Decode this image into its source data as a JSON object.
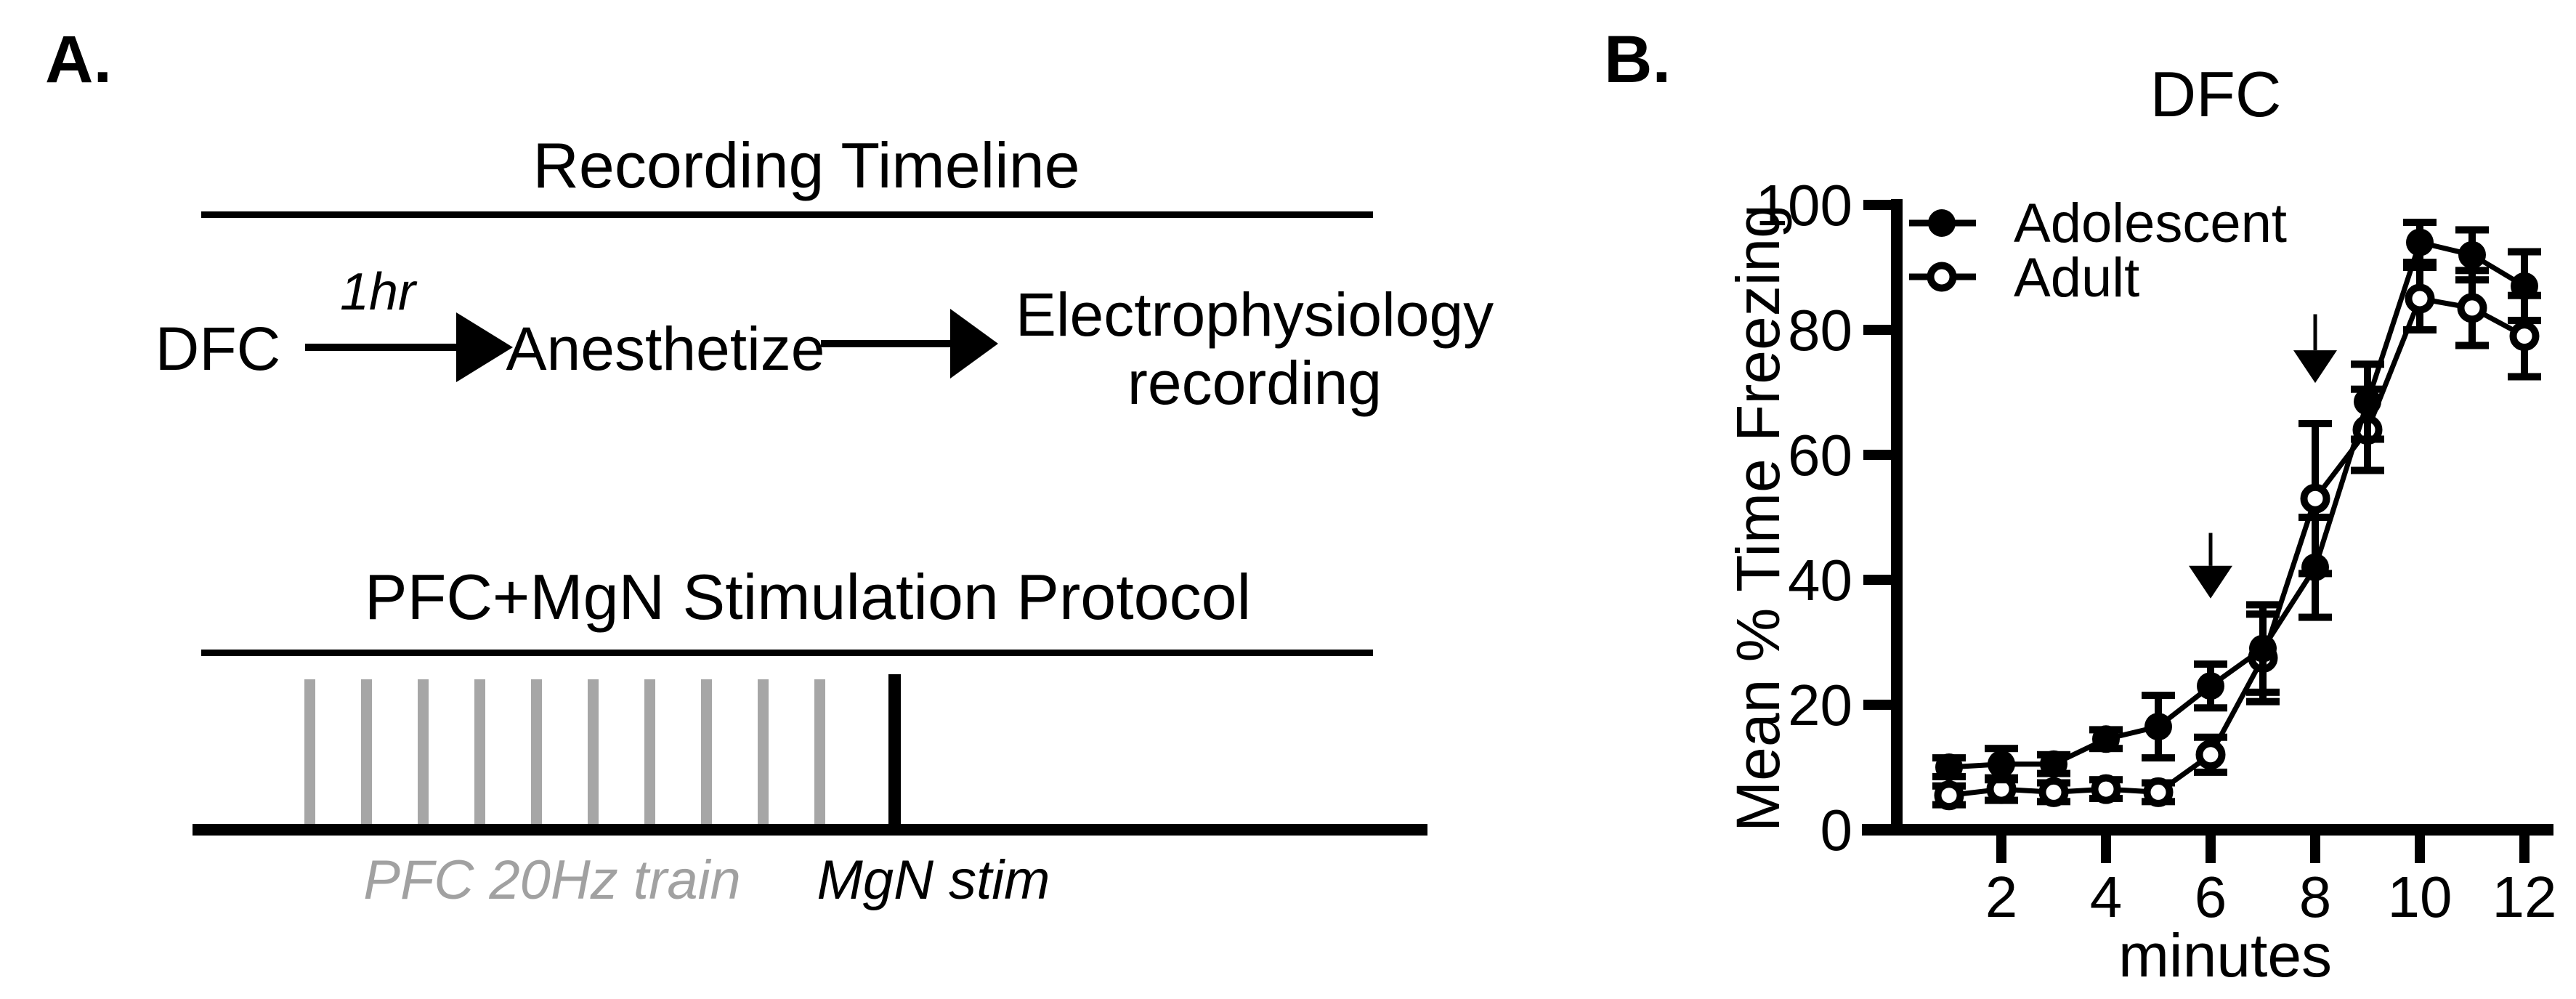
{
  "panelA": {
    "label": "A.",
    "timeline": {
      "title": "Recording Timeline",
      "step1": "DFC",
      "interval_label": "1hr",
      "step2": "Anesthetize",
      "step3_line1": "Electrophysiology",
      "step3_line2": "recording"
    },
    "protocol": {
      "title": "PFC+MgN Stimulation Protocol",
      "pfc_pulse_count": 10,
      "mgn_pulse_count": 1,
      "pfc_color": "#a6a6a6",
      "mgn_color": "#000000",
      "pfc_label": "PFC 20Hz train",
      "mgn_label": "MgN stim"
    }
  },
  "panelB": {
    "label": "B.",
    "chart_data": {
      "type": "line",
      "title": "DFC",
      "xlabel": "minutes",
      "ylabel": "Mean % Time Freezing",
      "grid": false,
      "legend_position": "top-left",
      "xlim": [
        0,
        12.5
      ],
      "ylim": [
        0,
        100
      ],
      "xticks": [
        2,
        4,
        6,
        8,
        10,
        12
      ],
      "yticks": [
        0,
        20,
        40,
        60,
        80,
        100
      ],
      "x": [
        1,
        2,
        3,
        4,
        5,
        6,
        7,
        8,
        9,
        10,
        11,
        12
      ],
      "series": [
        {
          "name": "Adolescent",
          "marker": "filled-circle",
          "color": "#000000",
          "values": [
            10,
            10.5,
            10.5,
            14.5,
            16.5,
            23,
            29,
            42,
            68.5,
            94,
            92,
            87
          ],
          "errors": [
            1.5,
            2.5,
            1.5,
            1.5,
            5,
            3.5,
            7,
            8,
            6,
            3.2,
            4,
            5.5
          ]
        },
        {
          "name": "Adult",
          "marker": "open-circle",
          "color": "#000000",
          "values": [
            5.5,
            6.5,
            6,
            6.5,
            6,
            12,
            27.5,
            53,
            64,
            85,
            83.5,
            79
          ],
          "errors": [
            1.5,
            1.8,
            1.5,
            1.5,
            1.5,
            2.8,
            7,
            12,
            6.5,
            5,
            6,
            6.5
          ]
        }
      ],
      "annotations": [
        {
          "type": "arrow-down",
          "x": 6,
          "y_from": 47.5,
          "y_to": 37
        },
        {
          "type": "arrow-down",
          "x": 8,
          "y_from": 82.5,
          "y_to": 71.5
        }
      ]
    }
  }
}
